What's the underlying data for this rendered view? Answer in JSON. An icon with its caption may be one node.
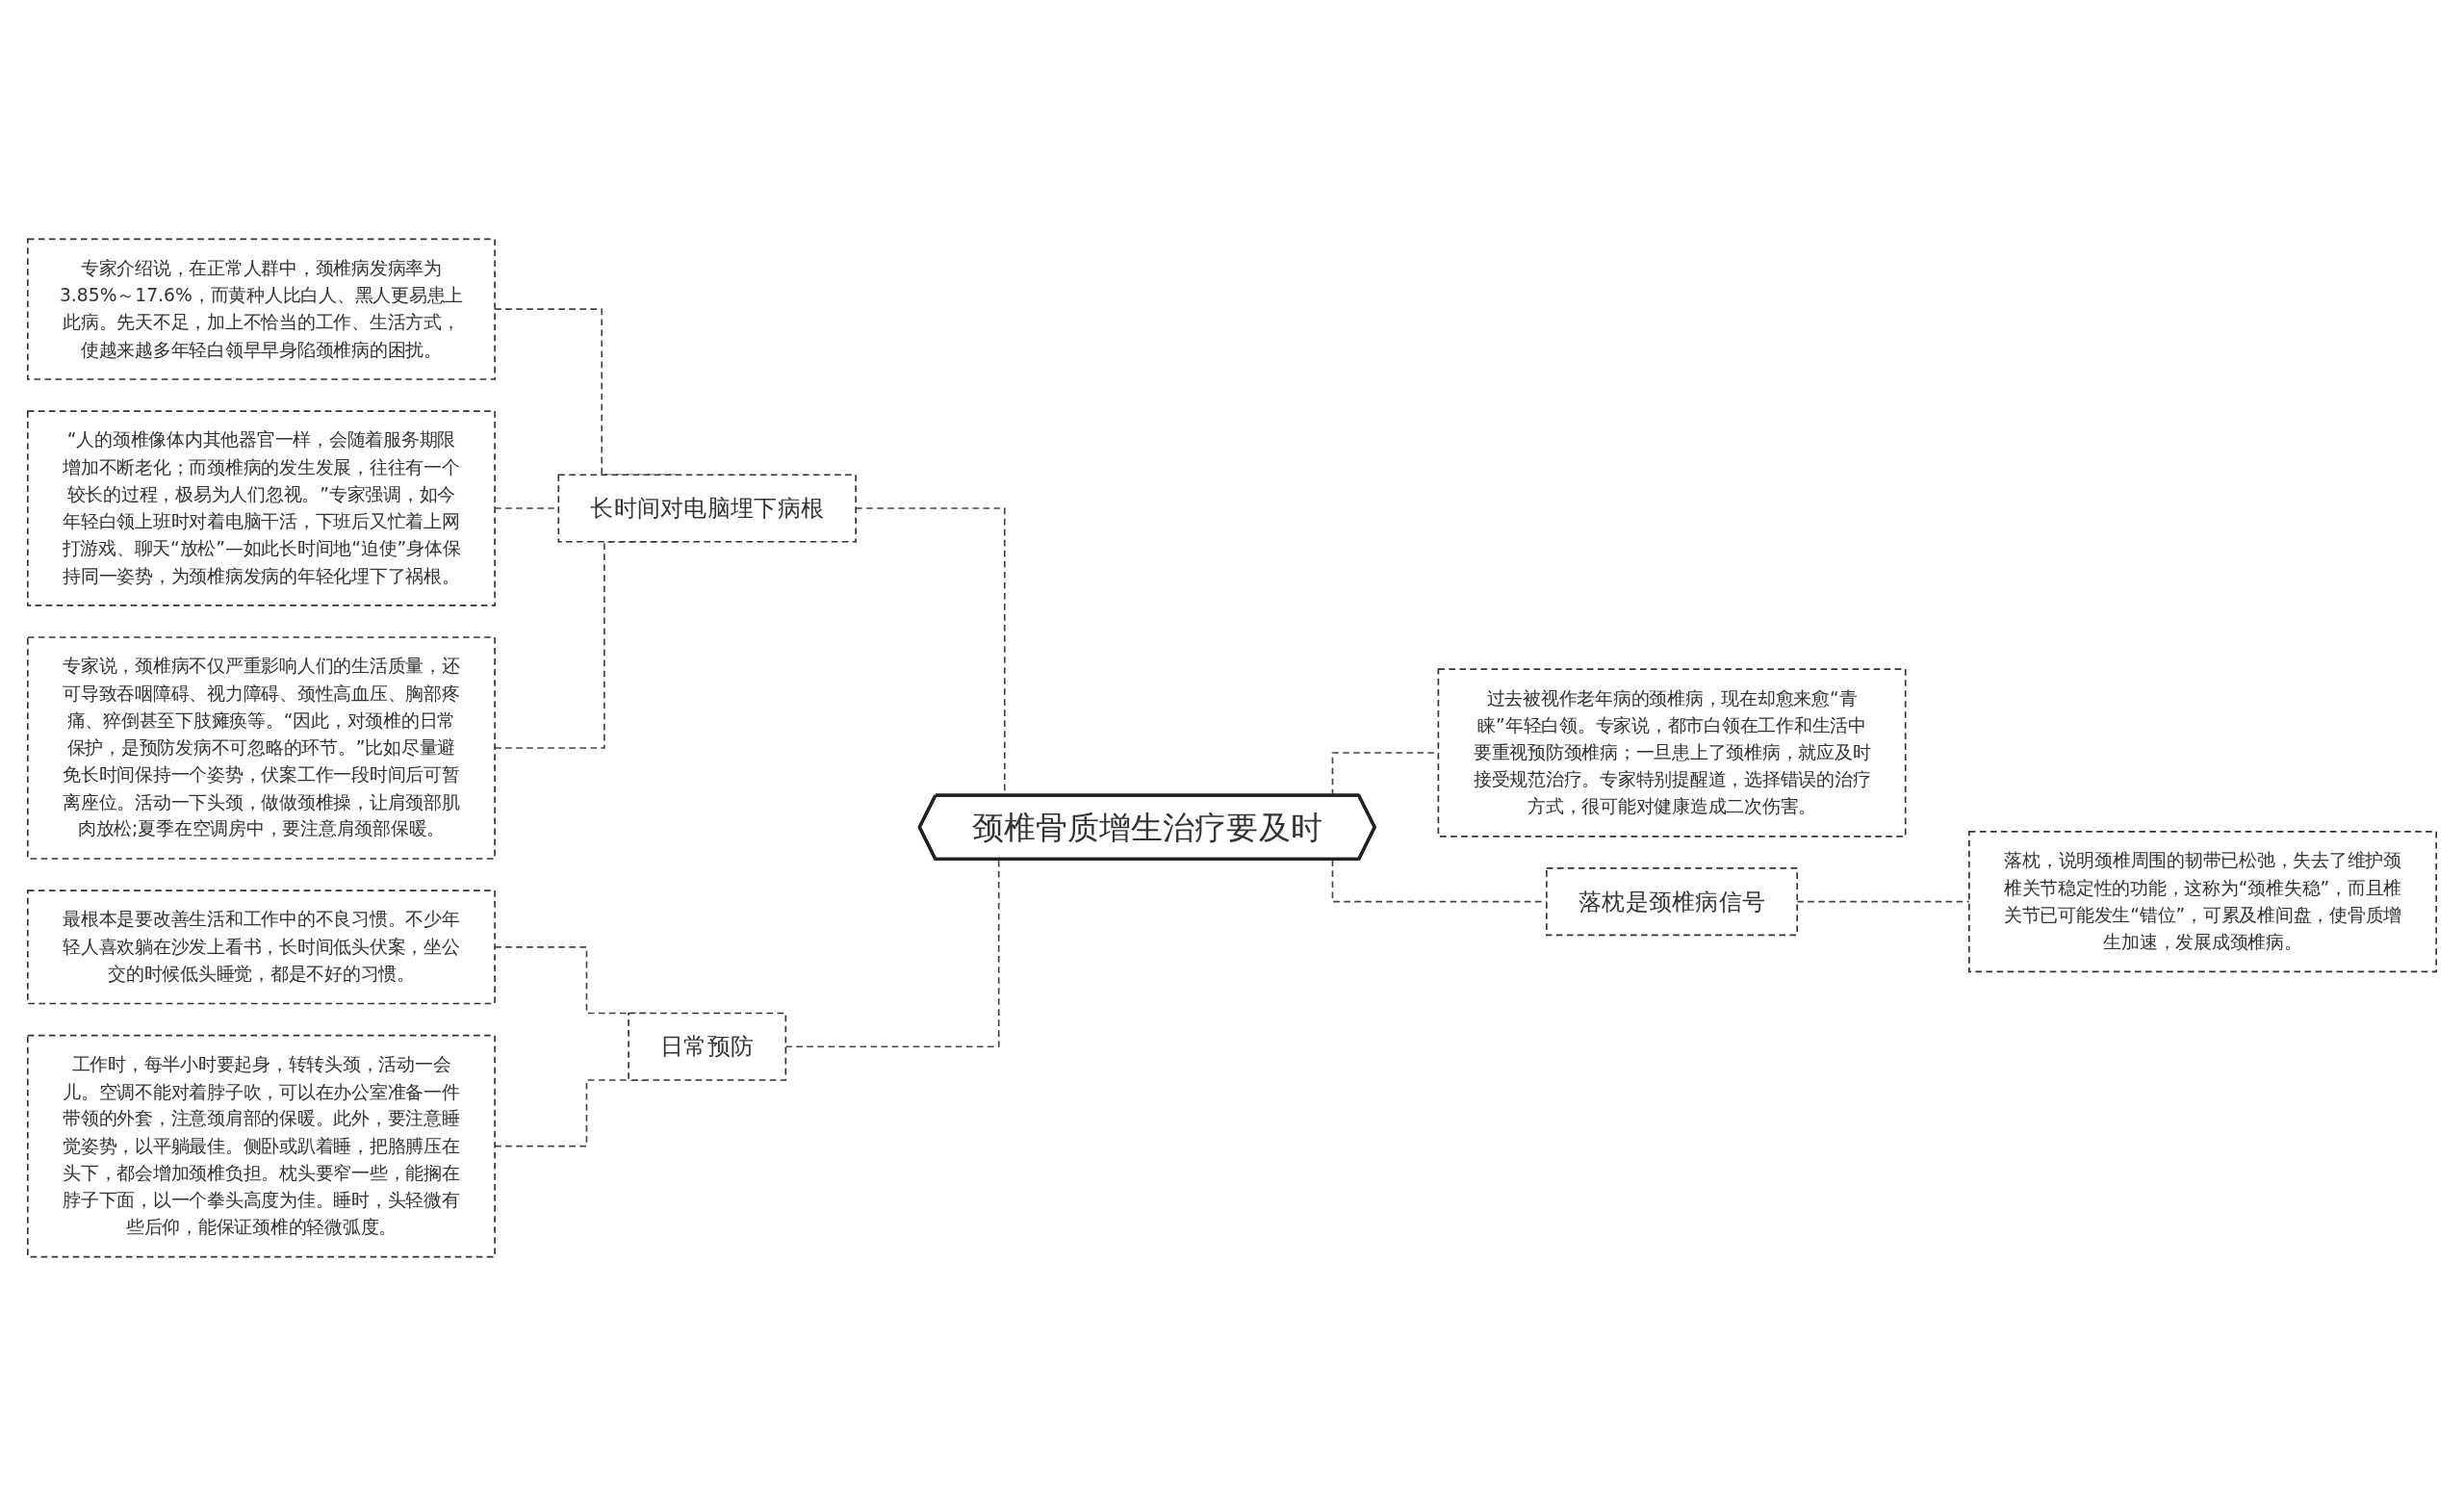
{
  "diagram": {
    "nodes": [
      {
        "text": [
          "颈椎骨质增生治疗要及时"
        ]
      },
      {
        "text": [
          "长时间对电脑埋下病根"
        ]
      },
      {
        "text": [
          "专家介绍说，在正常人群中，颈椎病发病率为3.85%～17.6%，而黄种人比白人、黑人更易患上此病。先天不足，加上不恰当的工作、生活方式，使越来越多年轻白领早早身陷颈椎病的困扰。"
        ]
      },
      {
        "text": [
          "“人的颈椎像体内其他器官一样，会随着服务期限增加不断老化；而颈椎病的发生发展，往往有一个较长的过程，极易为人们忽视。”专家强调，如今年轻白领上班时对着电脑干活，下班后又忙着上网打游戏、聊天“放松”—如此长时间地“迫使”身体保持同一姿势，为颈椎病发病的年轻化埋下了祸根。"
        ]
      },
      {
        "text": [
          "专家说，颈椎病不仅严重影响人们的生活质量，还可导致吞咽障碍、视力障碍、颈性高血压、胸部疼痛、猝倒甚至下肢瘫痪等。“因此，对颈椎的日常保护，是预防发病不可忽略的环节。”比如尽量避免长时间保持一个姿势，伏案工作一段时间后可暂离座位。活动一下头颈，做做颈椎操，让肩颈部肌肉放松;夏季在空调房中，要注意肩颈部保暖。"
        ]
      },
      {
        "text": [
          "日常预防"
        ]
      },
      {
        "text": [
          "最根本是要改善生活和工作中的不良习惯。不少年轻人喜欢躺在沙发上看书，长时间低头伏案，坐公交的时候低头睡觉，都是不好的习惯。"
        ]
      },
      {
        "text": [
          "工作时，每半小时要起身，转转头颈，活动一会儿。空调不能对着脖子吹，可以在办公室准备一件带领的外套，注意颈肩部的保暖。此外，要注意睡觉姿势，以平躺最佳。侧卧或趴着睡，把胳膊压在头下，都会增加颈椎负担。枕头要窄一些，能搁在脖子下面，以一个拳头高度为佳。睡时，头轻微有些后仰，能保证颈椎的轻微弧度。"
        ]
      },
      {
        "text": [
          "过去被视作老年病的颈椎病，现在却愈来愈“青睐”年轻白领。专家说，都市白领在工作和生活中要重视预防颈椎病；一旦患上了颈椎病，就应及时接受规范治疗。专家特别提醒道，选择错误的治疗方式，很可能对健康造成二次伤害。"
        ]
      },
      {
        "text": [
          "落枕是颈椎病信号"
        ]
      },
      {
        "text": [
          "落枕，说明颈椎周围的韧带已松弛，失去了维护颈椎关节稳定性的功能，这称为“颈椎失稳”，而且椎关节已可能发生“错位”，可累及椎间盘，使骨质增生加速，发展成颈椎病。"
        ]
      }
    ],
    "edges": [
      {
        "from": 2,
        "to": 1,
        "arrow": "none",
        "style": "dashed"
      },
      {
        "from": 3,
        "to": 1,
        "arrow": "none",
        "style": "dashed"
      },
      {
        "from": 4,
        "to": 1,
        "arrow": "none",
        "style": "dashed"
      },
      {
        "from": 1,
        "to": 0,
        "arrow": "none",
        "style": "dashed"
      },
      {
        "from": 6,
        "to": 5,
        "arrow": "none",
        "style": "dashed"
      },
      {
        "from": 7,
        "to": 5,
        "arrow": "none",
        "style": "dashed"
      },
      {
        "from": 5,
        "to": 0,
        "arrow": "none",
        "style": "dashed"
      },
      {
        "from": 0,
        "to": 8,
        "arrow": "none",
        "style": "dashed"
      },
      {
        "from": 0,
        "to": 9,
        "arrow": "none",
        "style": "dashed"
      },
      {
        "from": 9,
        "to": 10,
        "arrow": "none",
        "style": "dashed"
      }
    ]
  }
}
